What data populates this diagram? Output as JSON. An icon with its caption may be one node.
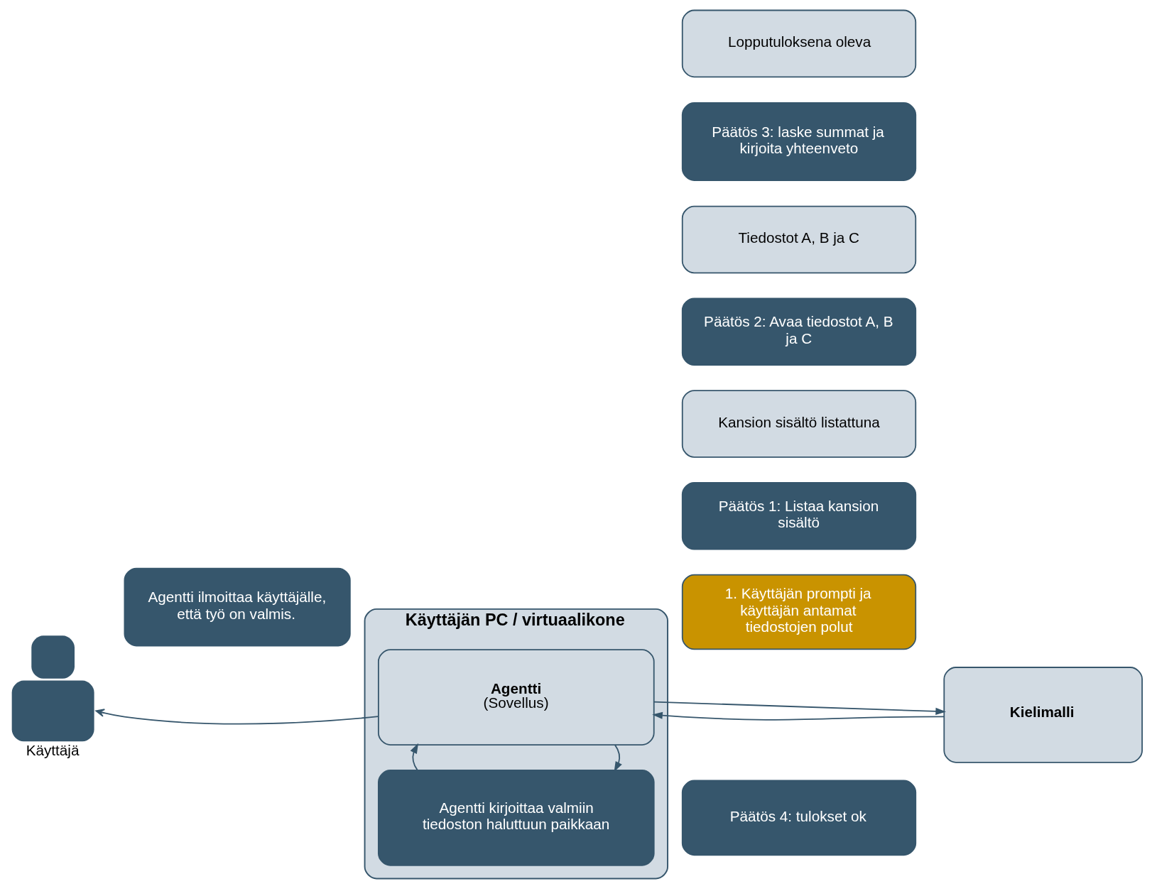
{
  "diagram": {
    "nodes": [
      {
        "text": [
          "Lopputuloksena oleva"
        ]
      },
      {
        "text": [
          "Päätös 3: laske summat ja kirjoita yhteenveto"
        ]
      },
      {
        "text": [
          "Tiedostot A, B ja C"
        ]
      },
      {
        "text": [
          "Päätös 2: Avaa tiedostot A, B ja C"
        ]
      },
      {
        "text": [
          "Kansion sisältö listattuna"
        ]
      },
      {
        "text": [
          "Päätös 1: Listaa kansion sisältö"
        ]
      },
      {
        "text": [
          "1. Käyttäjän prompti ja käyttäjän antamat tiedostojen polut"
        ]
      },
      {
        "text": [
          "Agentti ilmoittaa käyttäjälle, että työ on valmis."
        ]
      },
      {
        "text": [
          "Käyttäjän PC / virtuaalikone"
        ]
      },
      {
        "text": [
          "Agentti",
          "(Sovellus)"
        ],
        "in": 8
      },
      {
        "text": [
          "Kielimalli"
        ]
      },
      {
        "text": [],
        "shape": "person",
        "beside": [
          "Käyttäjä"
        ]
      },
      {
        "text": [
          "Päätös 4: tulokset ok"
        ]
      },
      {
        "text": [
          "Agentti kirjoittaa valmiin tiedoston haluttuun paikkaan"
        ],
        "in": 8
      }
    ],
    "edges": [
      {
        "from": 9,
        "to": 11,
        "arrow": "to"
      },
      {
        "from": 9,
        "to": 10,
        "arrow": "to"
      },
      {
        "from": 10,
        "to": 9,
        "arrow": "to"
      },
      {
        "from": 9,
        "to": 13,
        "arrow": "to"
      },
      {
        "from": 13,
        "to": 9,
        "arrow": "to"
      }
    ]
  }
}
